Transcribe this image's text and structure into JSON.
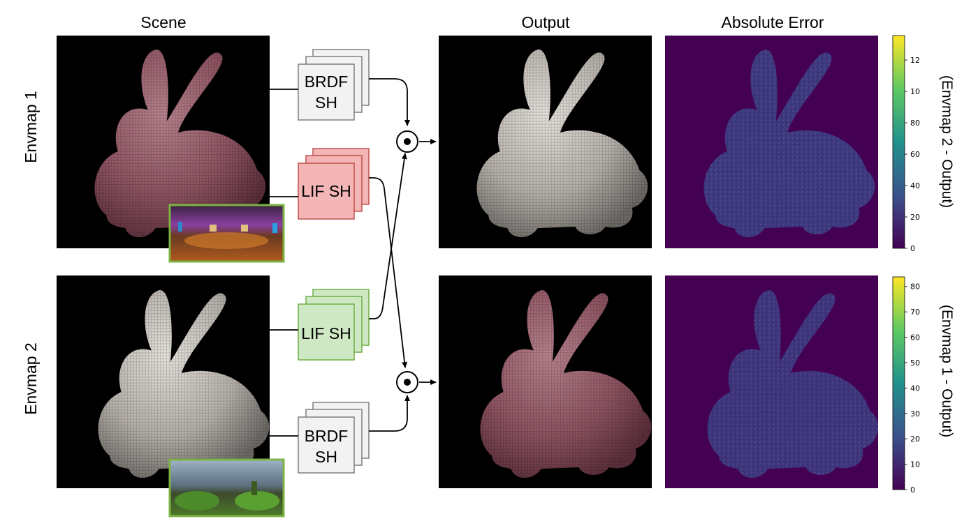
{
  "headers": {
    "scene": "Scene",
    "output": "Output",
    "error": "Absolute Error"
  },
  "rows": [
    {
      "label": "Envmap 1",
      "brdf_top": "BRDF",
      "brdf_bottom": "SH",
      "lif": "LIF SH",
      "lif_color": "#f3b5b5",
      "lif_stroke": "#c0504d",
      "scene_material": "pink",
      "output_material": "white",
      "error_label": "(Envmap 2 - Output)",
      "colorbar_ticks": [
        "0",
        "20",
        "40",
        "60",
        "80",
        "10",
        "12"
      ]
    },
    {
      "label": "Envmap 2",
      "brdf_top": "BRDF",
      "brdf_bottom": "SH",
      "lif": "LIF SH",
      "lif_color": "#cfe8c4",
      "lif_stroke": "#70ad47",
      "scene_material": "white",
      "output_material": "pink",
      "error_label": "(Envmap 1 - Output)",
      "colorbar_ticks": [
        "0",
        "10",
        "20",
        "30",
        "40",
        "50",
        "60",
        "70",
        "80"
      ]
    }
  ],
  "colors": {
    "viridis_low": "#440154",
    "viridis_high": "#fde725",
    "error_bg": "#440154",
    "envmap_frame": "#7cb342",
    "brdf_fill": "#f2f2f2",
    "brdf_stroke": "#7f7f7f"
  },
  "operator_symbol": "⊙"
}
